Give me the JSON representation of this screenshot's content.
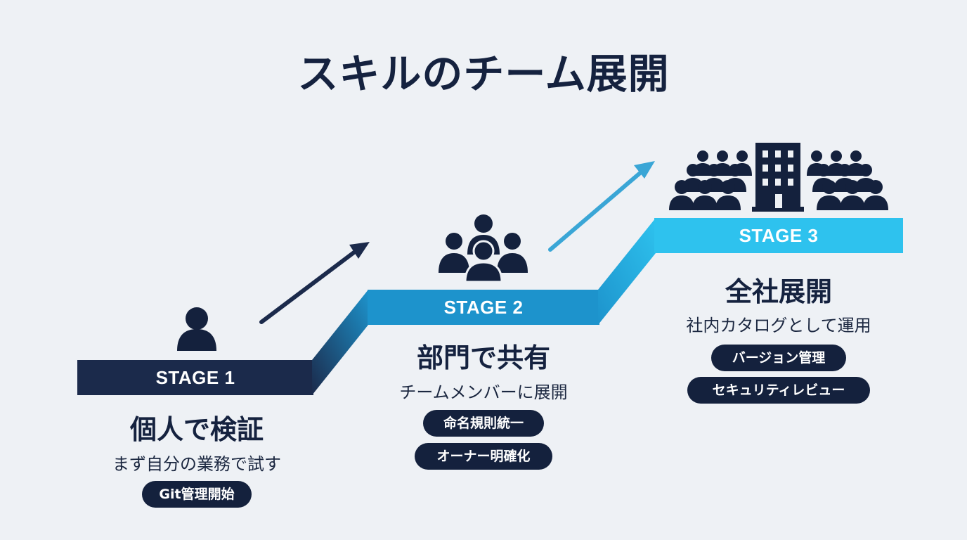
{
  "title": "スキルのチーム展開",
  "colors": {
    "stage1": "#1b2a4b",
    "stage2": "#1d93cc",
    "stage3": "#2ec2ee",
    "icon": "#14213d",
    "arrow1": "#1b2a4b",
    "arrow2": "#3aa6d6",
    "background": "#eef1f5"
  },
  "stages": [
    {
      "label": "STAGE 1",
      "heading": "個人で検証",
      "sub": "まず自分の業務で試す",
      "tags": [
        "Git管理開始"
      ],
      "icon": "person-icon"
    },
    {
      "label": "STAGE 2",
      "heading": "部門で共有",
      "sub": "チームメンバーに展開",
      "tags": [
        "命名規則統一",
        "オーナー明確化"
      ],
      "icon": "team-icon"
    },
    {
      "label": "STAGE 3",
      "heading": "全社展開",
      "sub": "社内カタログとして運用",
      "tags": [
        "バージョン管理",
        "セキュリティレビュー"
      ],
      "icon": "company-icon"
    }
  ]
}
